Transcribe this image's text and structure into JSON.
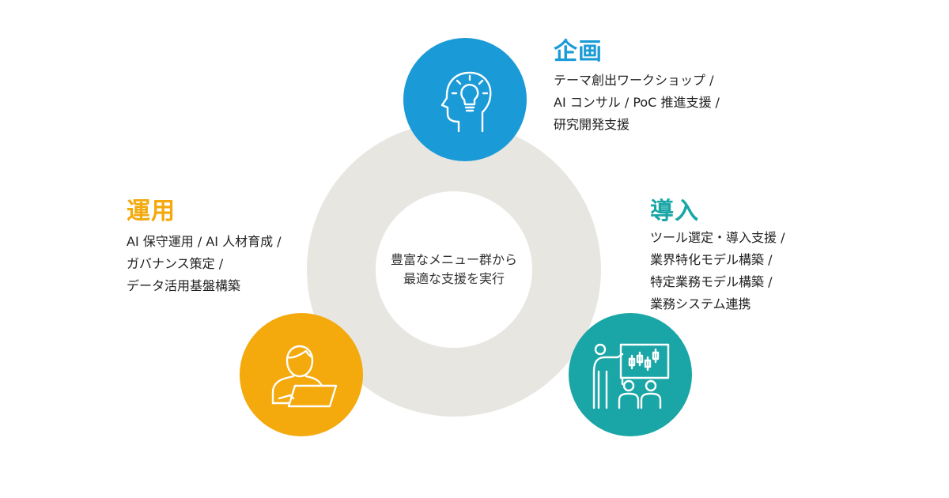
{
  "colors": {
    "plan": "#1a9ad7",
    "ops": "#f4a90d",
    "intro": "#1aa6a6",
    "ring": "#e7e6e1"
  },
  "center": {
    "lines": [
      "豊富なメニュー群から",
      "最適な支援を実行"
    ]
  },
  "sections": {
    "plan": {
      "title": "企画",
      "icon": "head-lightbulb-icon",
      "lines": [
        "テーマ創出ワークショップ /",
        "AI コンサル / PoC 推進支援 /",
        "研究開発支援"
      ]
    },
    "intro": {
      "title": "導入",
      "icon": "presentation-board-icon",
      "lines": [
        "ツール選定・導入支援 /",
        "業界特化モデル構築 /",
        "特定業務モデル構築 /",
        "業務システム連携"
      ]
    },
    "ops": {
      "title": "運用",
      "icon": "person-laptop-icon",
      "lines": [
        "AI 保守運用 / AI 人材育成 /",
        "ガバナンス策定 /",
        "データ活用基盤構築"
      ]
    }
  }
}
